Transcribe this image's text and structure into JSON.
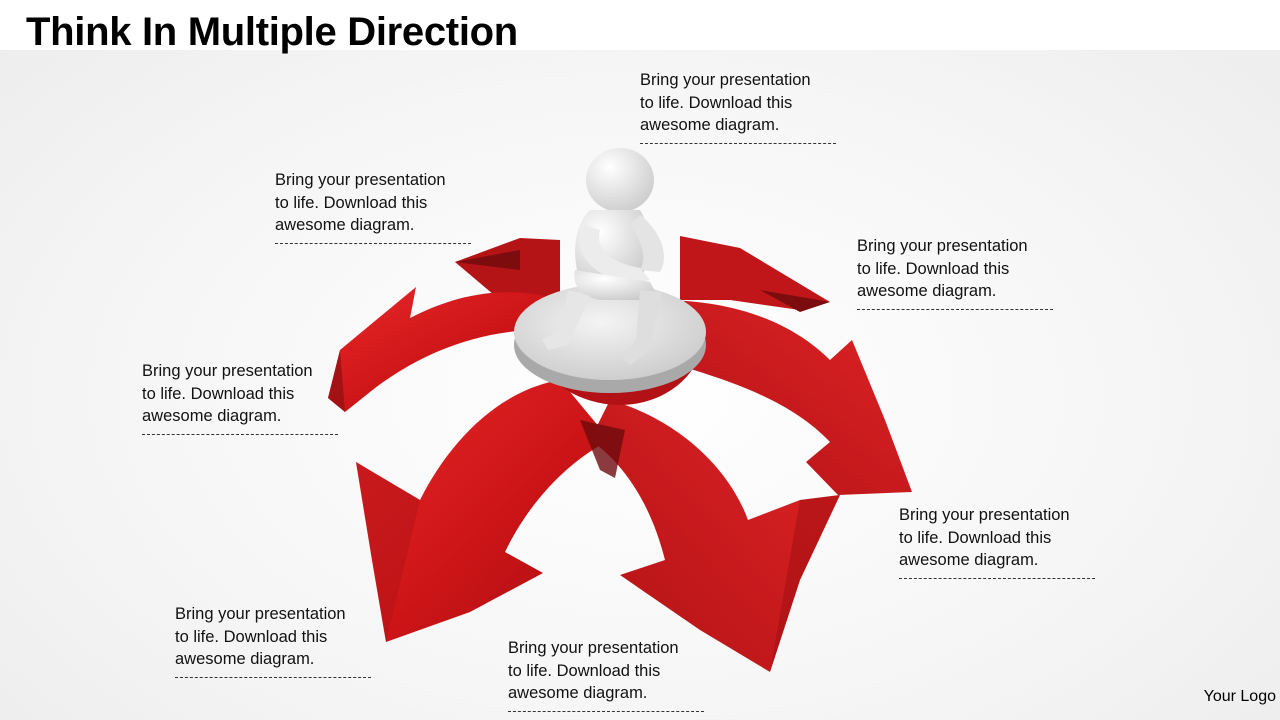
{
  "slide": {
    "title": "Think In Multiple Direction",
    "logo": "Your Logo"
  },
  "callouts": [
    {
      "id": "top",
      "text": "Bring your presentation\nto life. Download this\nawesome diagram."
    },
    {
      "id": "upper-left",
      "text": "Bring your presentation\nto life. Download this\nawesome diagram."
    },
    {
      "id": "upper-right",
      "text": "Bring your presentation\nto life. Download this\nawesome diagram."
    },
    {
      "id": "left",
      "text": "Bring your presentation\nto life. Download this\nawesome diagram."
    },
    {
      "id": "right",
      "text": "Bring your presentation\nto life. Download this\nawesome diagram."
    },
    {
      "id": "bottom-left",
      "text": "Bring your presentation\nto life. Download this\nawesome diagram."
    },
    {
      "id": "bottom",
      "text": "Bring your presentation\nto life. Download this\nawesome diagram."
    }
  ],
  "colors": {
    "arrow_red": "#d4191c",
    "arrow_dark": "#8e0f11",
    "figure_white": "#f2f2f2",
    "pedestal": "#d9d9d9"
  },
  "figure": {
    "name": "thinking-person-figure"
  }
}
